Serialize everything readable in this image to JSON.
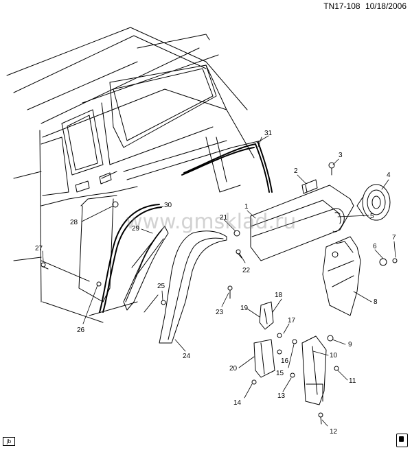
{
  "header": {
    "code": "TN17-108",
    "date": "10/18/2006"
  },
  "watermark": "www.gmsklad.ru",
  "corner_tag": "jb",
  "logo_icon": "gm-service-logo-icon",
  "callouts": [
    "1",
    "2",
    "3",
    "4",
    "5",
    "6",
    "7",
    "8",
    "9",
    "10",
    "11",
    "12",
    "13",
    "14",
    "15",
    "16",
    "17",
    "18",
    "19",
    "20",
    "21",
    "22",
    "23",
    "24",
    "25",
    "26",
    "27",
    "28",
    "29",
    "30",
    "31"
  ],
  "colors": {
    "line": "#000000",
    "watermark": "#8a8a8a"
  }
}
